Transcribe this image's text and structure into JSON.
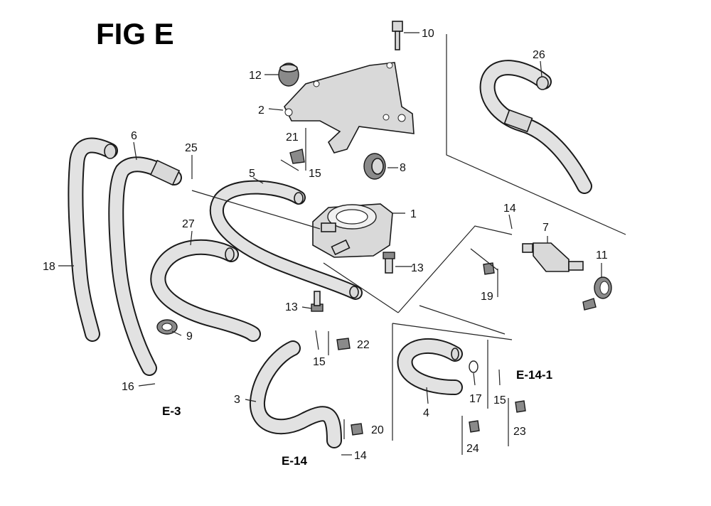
{
  "figure": {
    "title": "FIG E"
  },
  "part_numbers": {
    "p1": "1",
    "p2": "2",
    "p3": "3",
    "p4": "4",
    "p5": "5",
    "p6": "6",
    "p7": "7",
    "p8": "8",
    "p9": "9",
    "p10": "10",
    "p11": "11",
    "p12": "12",
    "p13a": "13",
    "p13b": "13",
    "p14a": "14",
    "p14b": "14",
    "p15a": "15",
    "p15b": "15",
    "p15c": "15",
    "p16": "16",
    "p17": "17",
    "p18": "18",
    "p19": "19",
    "p20": "20",
    "p21": "21",
    "p22": "22",
    "p23": "23",
    "p24": "24",
    "p25": "25",
    "p26": "26",
    "p27": "27"
  },
  "references": {
    "e3": "E-3",
    "e14": "E-14",
    "e14_1": "E-14-1"
  }
}
